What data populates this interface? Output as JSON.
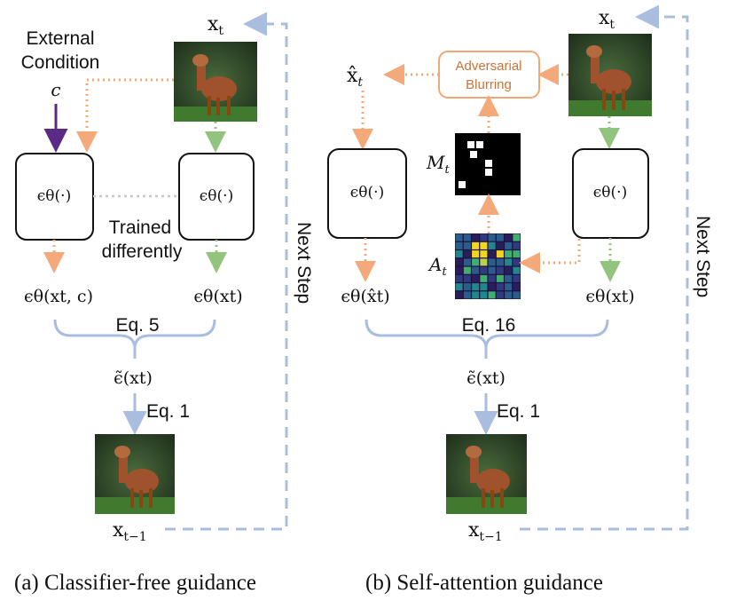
{
  "colors": {
    "orange_dotted": "#f4a97a",
    "green_dotted": "#93c47d",
    "blue_dashed": "#a9bedf",
    "purple_arrow": "#5b2a86",
    "gray_dotted": "#c8c8c8",
    "adv_border": "#f0a878",
    "adv_text": "#c8743a"
  },
  "panel_a": {
    "caption": "(a) Classifier-free guidance",
    "external_label_1": "External",
    "external_label_2": "Condition",
    "c_symbol": "c",
    "xt_top": "x",
    "xt_top_sub": "t",
    "model_left": "ϵθ(·)",
    "model_right": "ϵθ(·)",
    "trained_1": "Trained",
    "trained_2": "differently",
    "out_left": "ϵθ(xt, c)",
    "out_right": "ϵθ(xt)",
    "eq5": "Eq. 5",
    "combined": "ϵ̃(xt)",
    "eq1": "Eq. 1",
    "xt1": "x",
    "xt1_sub": "t−1",
    "next_step": "Next Step"
  },
  "panel_b": {
    "caption": "(b) Self-attention guidance",
    "xt_top": "x",
    "xt_top_sub": "t",
    "xhat": "x̂",
    "xhat_sub": "t",
    "adv_1": "Adversarial",
    "adv_2": "Blurring",
    "m_label": "M",
    "m_sub": "t",
    "a_label": "A",
    "a_sub": "t",
    "model_left": "ϵθ(·)",
    "model_right": "ϵθ(·)",
    "out_left": "ϵθ(x̂t)",
    "out_right": "ϵθ(xt)",
    "eq16": "Eq. 16",
    "combined": "ϵ̃(xt)",
    "eq1": "Eq. 1",
    "xt1": "x",
    "xt1_sub": "t−1",
    "next_step": "Next Step"
  }
}
